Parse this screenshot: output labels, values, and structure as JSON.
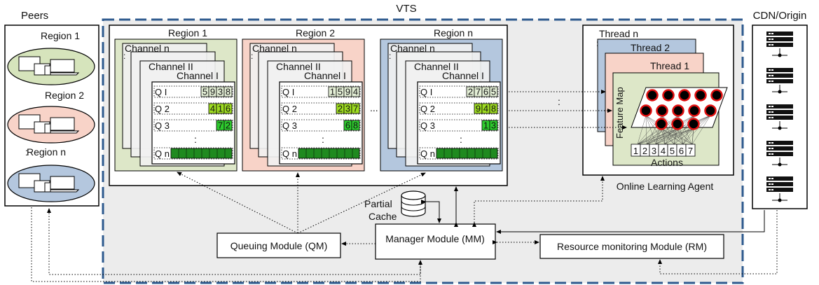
{
  "vts_title": "VTS",
  "peers": {
    "title": "Peers",
    "regions": [
      "Region 1",
      "Region 2",
      "Region n"
    ],
    "colors": [
      "#d6e4bc",
      "#f8d3c8",
      "#b4c7de"
    ]
  },
  "cdn": {
    "title": "CDN/Origin"
  },
  "regions": [
    {
      "title": "Region 1",
      "color": "#dde7c8",
      "channels": [
        "Channel n",
        "Channel II",
        "Channel I"
      ],
      "queues": [
        {
          "label": "Q I",
          "digits": [
            "5",
            "9",
            "3",
            "8"
          ],
          "fill": "#e4efd6"
        },
        {
          "label": "Q 2",
          "digits": [
            "4",
            "1",
            "6"
          ],
          "fill": "#9fdd22"
        },
        {
          "label": "Q 3",
          "digits": [
            "7",
            "2"
          ],
          "fill": "#2ecb2e"
        },
        {
          "label": "Q n",
          "digits": [],
          "fill": "#1f8a1f"
        }
      ]
    },
    {
      "title": "Region 2",
      "color": "#f8d3c8",
      "channels": [
        "Channel n",
        "Channel II",
        "Channel I"
      ],
      "queues": [
        {
          "label": "Q I",
          "digits": [
            "1",
            "5",
            "9",
            "4"
          ],
          "fill": "#e4efd6"
        },
        {
          "label": "Q 2",
          "digits": [
            "2",
            "3",
            "7"
          ],
          "fill": "#9fdd22"
        },
        {
          "label": "Q 3",
          "digits": [
            "6",
            "8"
          ],
          "fill": "#2ecb2e"
        },
        {
          "label": "Q n",
          "digits": [],
          "fill": "#1f8a1f"
        }
      ]
    },
    {
      "title": "Region n",
      "color": "#b4c7de",
      "channels": [
        "Channel n",
        "Channel II",
        "Channel I"
      ],
      "queues": [
        {
          "label": "Q I",
          "digits": [
            "2",
            "7",
            "6",
            "5"
          ],
          "fill": "#e4efd6"
        },
        {
          "label": "Q 2",
          "digits": [
            "9",
            "4",
            "8"
          ],
          "fill": "#9fdd22"
        },
        {
          "label": "Q 3",
          "digits": [
            "1",
            "3"
          ],
          "fill": "#2ecb2e"
        },
        {
          "label": "Q n",
          "digits": [],
          "fill": "#1f8a1f"
        }
      ]
    }
  ],
  "ellipsis_vertical": ":",
  "ellipsis_horizontal": "...",
  "partial_cache": [
    "Partial",
    "Cache"
  ],
  "modules": {
    "qm": "Queuing Module (QM)",
    "mm": "Manager Module (MM)",
    "rm": "Resource monitoring Module (RM)"
  },
  "agent": {
    "label": "Online Learning Agent",
    "threads": [
      "Thread n",
      "Thread 2",
      "Thread 1"
    ],
    "feature_map": "Feature Map",
    "actions_label": "Actions",
    "actions": [
      "1",
      "2",
      "3",
      "4",
      "5",
      "6",
      "7"
    ]
  },
  "colors": {
    "vts_border": "#2e5a8e",
    "vts_fill": "#ececec",
    "thread_colors": [
      "#b4c7de",
      "#f8d3c8",
      "#dde7c8"
    ],
    "neuron_fill": "#b00000",
    "neuron_stroke": "#e01010"
  }
}
